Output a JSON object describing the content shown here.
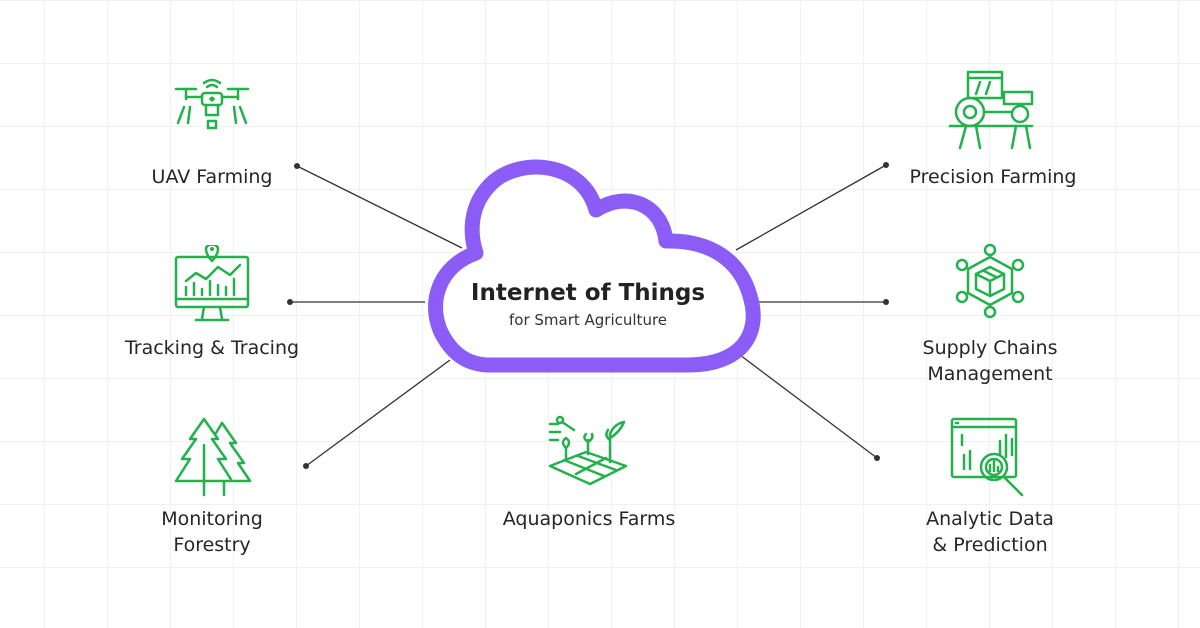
{
  "hub": {
    "title": "Internet of Things",
    "subtitle": "for Smart Agriculture"
  },
  "colors": {
    "cloud_stroke": "#8B5CF6",
    "icon_green": "#22B14C",
    "connector": "#333333"
  },
  "nodes": [
    {
      "id": "uav",
      "label": "UAV Farming",
      "icon": "drone-icon"
    },
    {
      "id": "tracking",
      "label": "Tracking & Tracing",
      "icon": "monitor-chart-icon"
    },
    {
      "id": "forestry",
      "label_lines": [
        "Monitoring",
        "Forestry"
      ],
      "icon": "trees-icon"
    },
    {
      "id": "aquaponics",
      "label": "Aquaponics Farms",
      "icon": "plant-field-icon"
    },
    {
      "id": "precision",
      "label": "Precision Farming",
      "icon": "tractor-icon"
    },
    {
      "id": "supply",
      "label_lines": [
        "Supply Chains",
        "Management"
      ],
      "icon": "network-box-icon"
    },
    {
      "id": "analytic",
      "label_lines": [
        "Analytic Data",
        "& Prediction"
      ],
      "icon": "data-analysis-icon"
    }
  ]
}
